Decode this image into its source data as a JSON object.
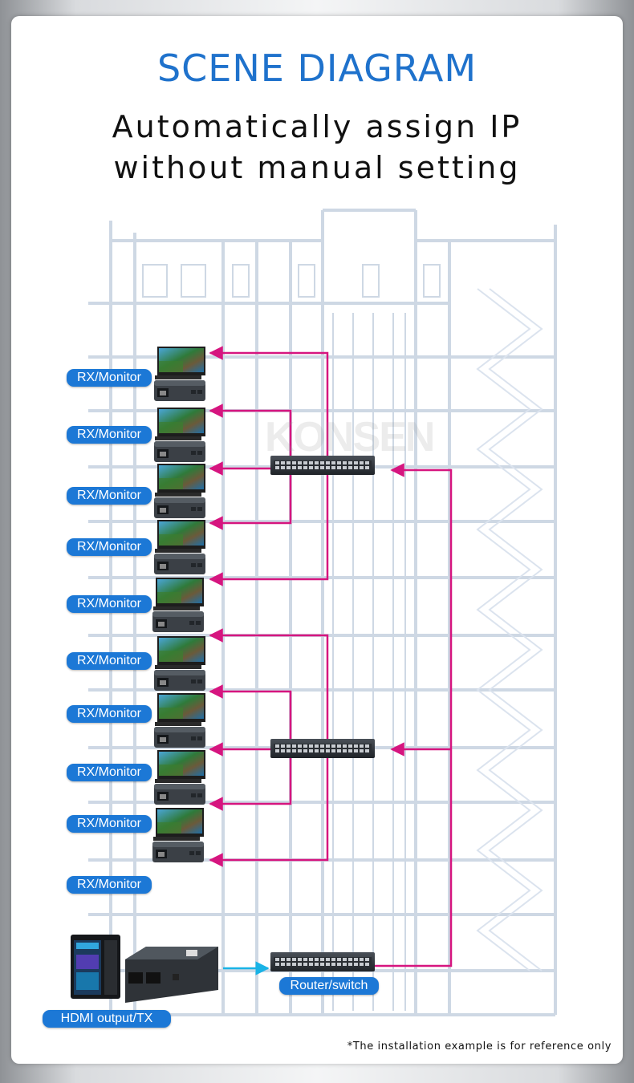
{
  "header": {
    "title": "SCENE DIAGRAM",
    "subtitle_line1": "Automatically assign IP",
    "subtitle_line2": "without manual setting"
  },
  "watermark": "KONSEN",
  "rx_labels": [
    "RX/Monitor",
    "RX/Monitor",
    "RX/Monitor",
    "RX/Monitor",
    "RX/Monitor",
    "RX/Monitor",
    "RX/Monitor",
    "RX/Monitor",
    "RX/Monitor",
    "RX/Monitor"
  ],
  "tx_label": "HDMI output/TX",
  "router_label": "Router/switch",
  "footnote": "*The installation example is for reference only",
  "colors": {
    "accent_blue": "#1c78d6",
    "link_magenta": "#d6157f",
    "link_cyan": "#19b3e6",
    "building_lines": "#c9d4e2"
  },
  "icons": {
    "computer": "pc-tower-icon",
    "transmitter": "hdmi-extender-tx-icon",
    "receiver": "hdmi-extender-rx-icon",
    "monitor": "monitor-icon",
    "switch": "network-switch-icon"
  }
}
